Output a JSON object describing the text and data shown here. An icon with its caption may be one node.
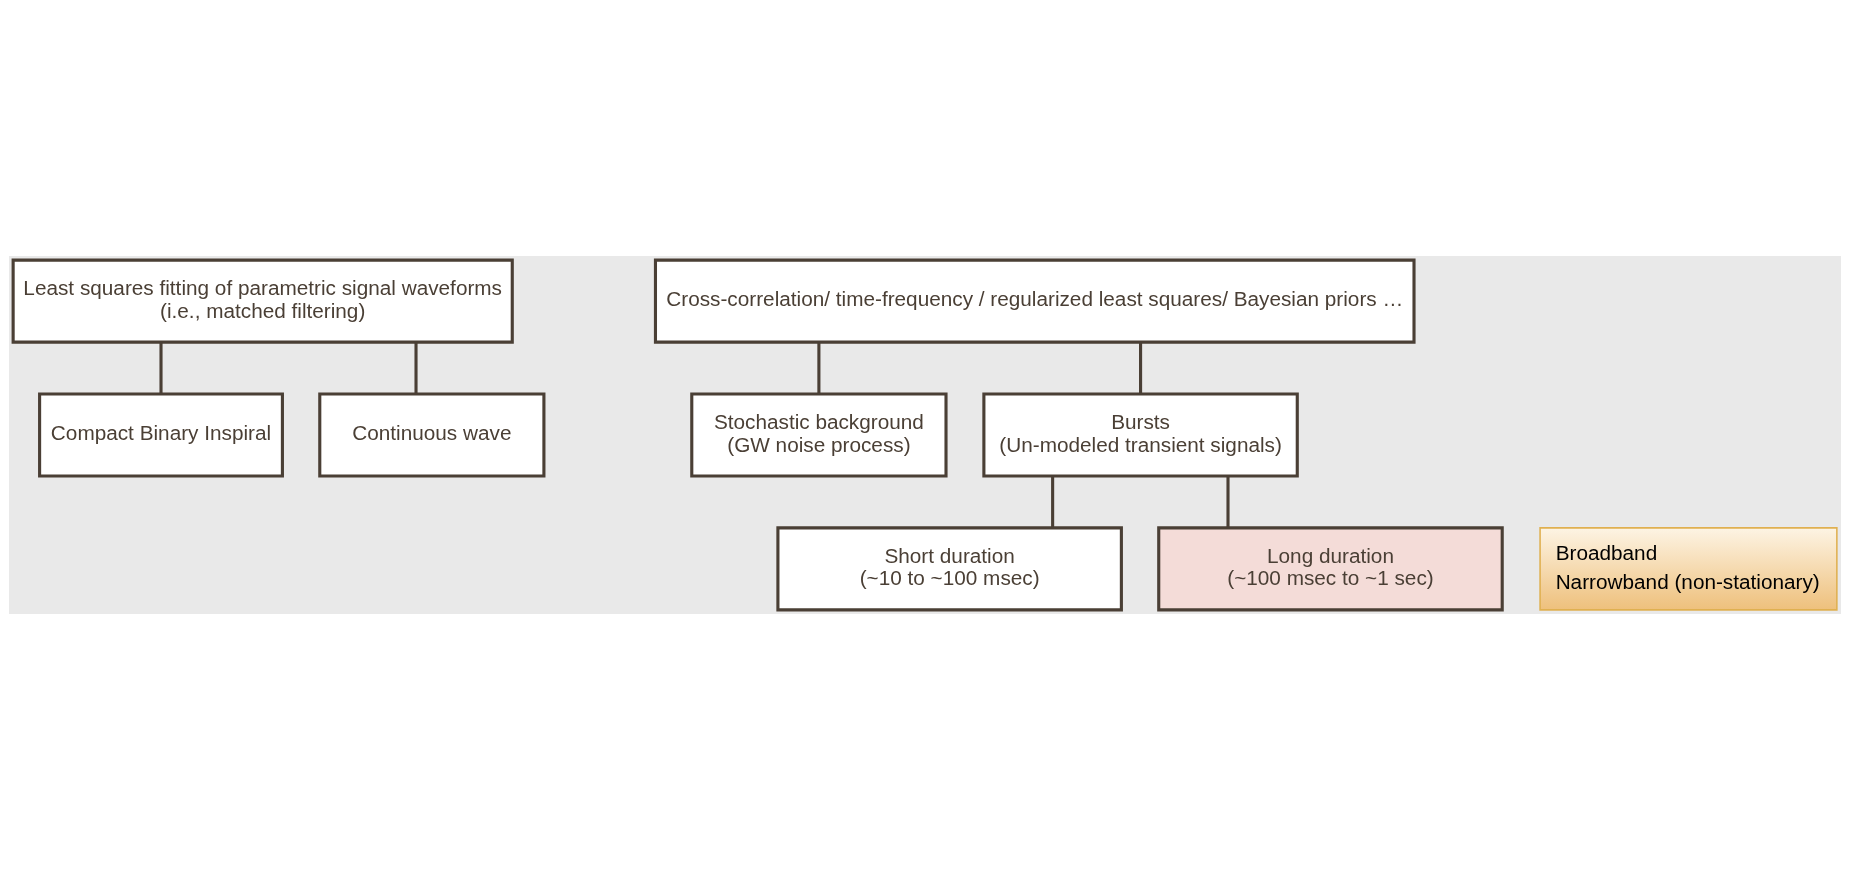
{
  "diagram": {
    "nodes": [
      {
        "text": [
          "Least squares fitting of parametric signal waveforms",
          "(i.e., matched filtering)"
        ]
      },
      {
        "text": [
          "Cross-correlation/ time-frequency / regularized least squares/ Bayesian priors …"
        ]
      },
      {
        "text": [
          "Compact Binary Inspiral"
        ]
      },
      {
        "text": [
          "Continuous wave"
        ]
      },
      {
        "text": [
          "Stochastic background",
          "(GW noise process)"
        ]
      },
      {
        "text": [
          "Bursts",
          "(Un-modeled transient signals)"
        ]
      },
      {
        "text": [
          "Short duration",
          "(~10 to ~100 msec)"
        ]
      },
      {
        "text": [
          "Broadband",
          "Narrowband (non-stationary)"
        ]
      },
      {
        "text": [
          "Long duration",
          "(~100 msec to ~1 sec)"
        ]
      }
    ],
    "edges": [
      {
        "from": 0,
        "to": 2,
        "arrow": "none"
      },
      {
        "from": 0,
        "to": 3,
        "arrow": "none"
      },
      {
        "from": 1,
        "to": 4,
        "arrow": "none"
      },
      {
        "from": 1,
        "to": 5,
        "arrow": "none"
      },
      {
        "from": 5,
        "to": 6,
        "arrow": "none"
      },
      {
        "from": 5,
        "to": 8,
        "arrow": "none"
      }
    ]
  }
}
